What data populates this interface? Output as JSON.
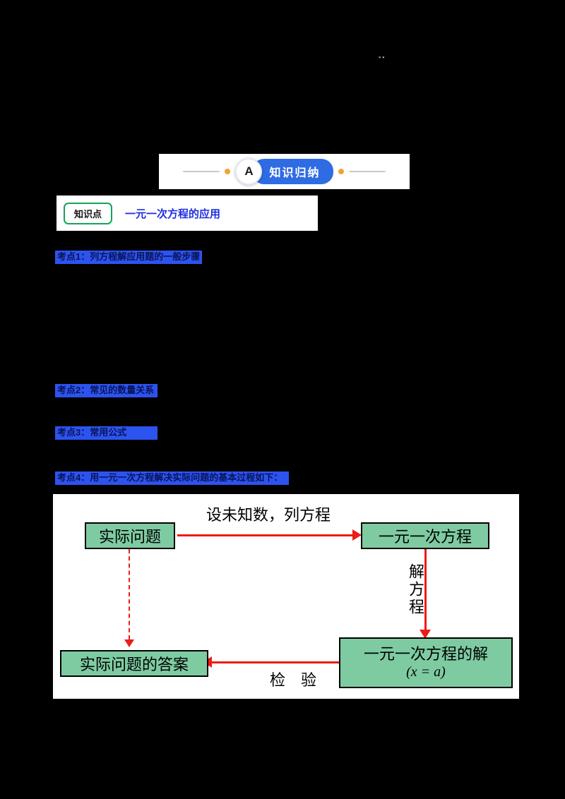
{
  "page": {
    "background": "#000000",
    "mark": "▪▪"
  },
  "banner": {
    "section_letter": "A",
    "title": "知识归纳",
    "accent_color": "#2f6ce4",
    "dot_color": "#f0a32f"
  },
  "knowledge_point": {
    "badge": "知识点",
    "title": "一元一次方程的应用",
    "badge_border_color": "#14a554",
    "title_color": "#1d2ee0"
  },
  "topics": [
    {
      "label": "考点1：列方程解应用题的一般步骤"
    },
    {
      "label": "考点2：常见的数量关系"
    },
    {
      "label": "考点3：常用公式"
    },
    {
      "label": "考点4：用一元一次方程解决实际问题的基本过程如下："
    }
  ],
  "topic_style": {
    "highlight_color": "#2d53ef",
    "text_color": "#081459"
  },
  "flowchart": {
    "panel_bg": "#ffffff",
    "box_fill": "#7ecba2",
    "arrow_color": "#ed1c16",
    "nodes": {
      "problem": "实际问题",
      "equation": "一元一次方程",
      "solution_line1": "一元一次方程的解",
      "solution_line2": "(x = a)",
      "answer": "实际问题的答案"
    },
    "edges": {
      "setup": "设未知数，列方程",
      "solve": "解方程",
      "check": "检　验"
    }
  }
}
